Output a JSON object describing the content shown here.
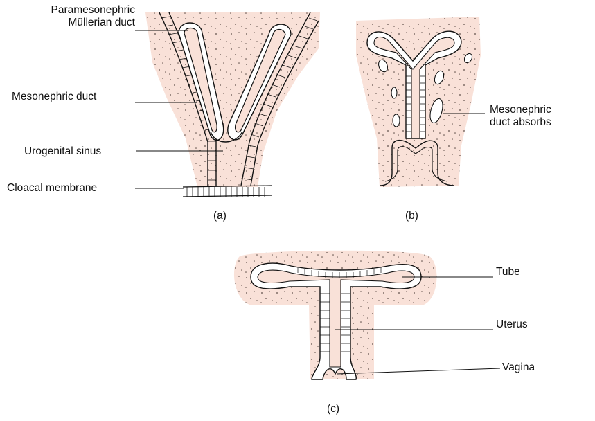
{
  "panels": {
    "a": {
      "caption": "(a)",
      "labels": {
        "paramesonephric_line1": "Paramesonephric",
        "paramesonephric_line2": "Müllerian duct",
        "mesonephric_duct": "Mesonephric duct",
        "urogenital_sinus": "Urogenital sinus",
        "cloacal_membrane": "Cloacal membrane"
      }
    },
    "b": {
      "caption": "(b)",
      "labels": {
        "absorbs_line1": "Mesonephric",
        "absorbs_line2": "duct absorbs"
      }
    },
    "c": {
      "caption": "(c)",
      "labels": {
        "tube": "Tube",
        "uterus": "Uterus",
        "vagina": "Vagina"
      }
    }
  },
  "colors": {
    "tissue_fill": "#f9e1d8",
    "stroke": "#111111",
    "stipple": "#5a4a45"
  }
}
